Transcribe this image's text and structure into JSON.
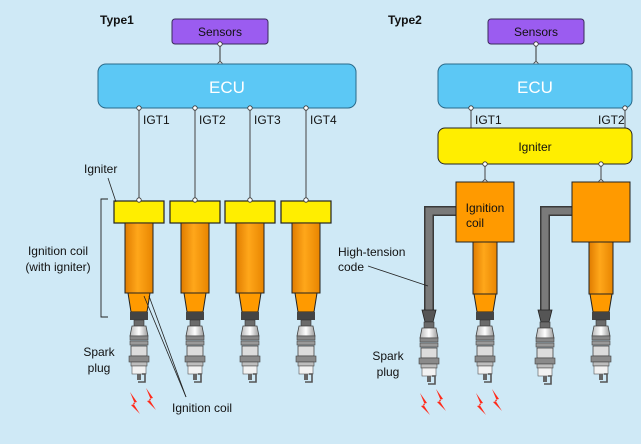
{
  "type1": {
    "title": "Type1",
    "sensors": "Sensors",
    "ecu": "ECU",
    "igt_labels": [
      "IGT1",
      "IGT2",
      "IGT3",
      "IGT4"
    ],
    "igniter_label": "Igniter",
    "coil_label_line1": "Ignition coil",
    "coil_label_line2": "(with igniter)",
    "spark_line1": "Spark",
    "spark_line2": "plug",
    "ignition_coil_callout": "Ignition coil"
  },
  "type2": {
    "title": "Type2",
    "sensors": "Sensors",
    "ecu": "ECU",
    "igt_labels": [
      "IGT1",
      "IGT2"
    ],
    "igniter": "Igniter",
    "coil_line1": "Ignition",
    "coil_line2": "coil",
    "ht_line1": "High-tension",
    "ht_line2": "code",
    "spark_line1": "Spark",
    "spark_line2": "plug"
  },
  "colors": {
    "background": "#cfe9f6",
    "sensors": "#9b5cf0",
    "ecu": "#5cc8f5",
    "igniter": "#ffee00",
    "coil": "#ff9a00",
    "ht_cable": "#7a7a7a",
    "spark": "#ff2a1a"
  }
}
